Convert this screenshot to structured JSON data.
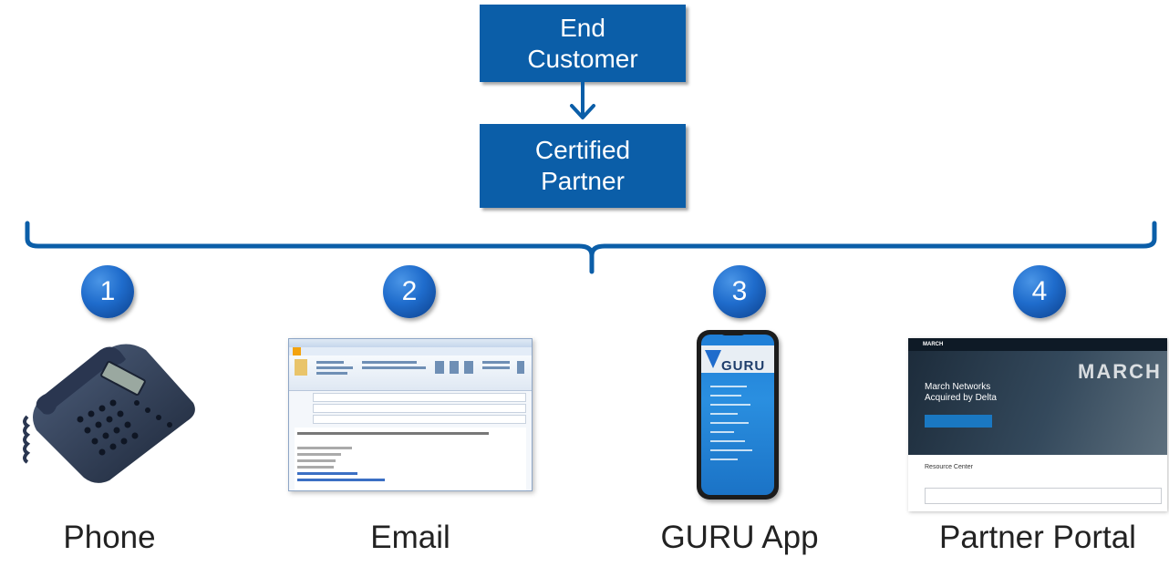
{
  "top_box": {
    "line1": "End",
    "line2": "Customer"
  },
  "middle_box": {
    "line1": "Certified",
    "line2": "Partner"
  },
  "channels": [
    {
      "number": "1",
      "label": "Phone"
    },
    {
      "number": "2",
      "label": "Email"
    },
    {
      "number": "3",
      "label": "GURU App"
    },
    {
      "number": "4",
      "label": "Partner Portal"
    }
  ],
  "guru_logo_text": "GURU",
  "portal": {
    "logo": "MARCH",
    "headline_line1": "March Networks",
    "headline_line2": "Acquired by Delta",
    "section": "Resource Center"
  },
  "colors": {
    "box": "#0b5ea8",
    "bracket": "#0b5ea8",
    "circle": "#1f6ccc"
  }
}
